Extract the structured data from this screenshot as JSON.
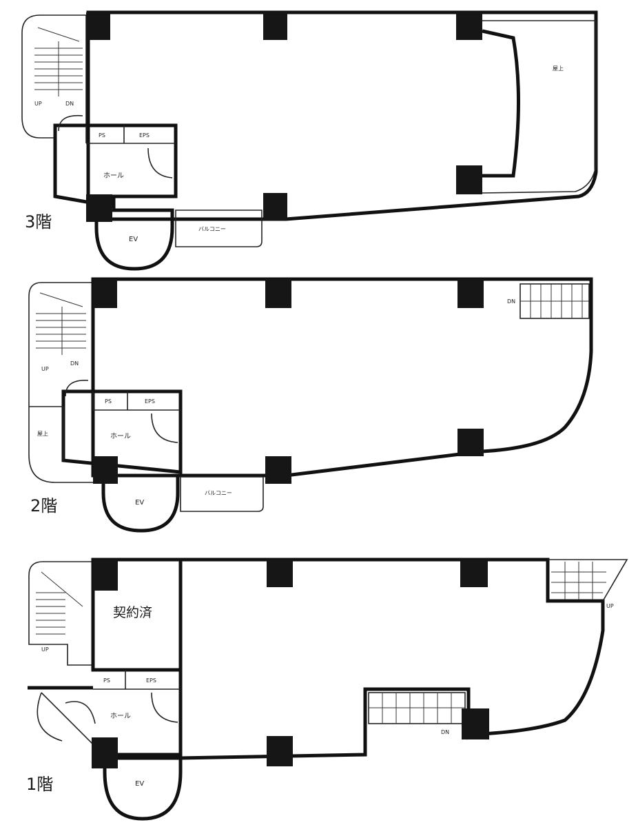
{
  "floors": [
    {
      "floor_label": "3階",
      "rooms": {
        "ps": "PS",
        "eps": "EPS",
        "hall": "ホール",
        "ev": "EV",
        "balcony": "バルコニー",
        "roof": "屋上",
        "stair_up": "UP",
        "stair_dn": "DN"
      }
    },
    {
      "floor_label": "2階",
      "rooms": {
        "ps": "PS",
        "eps": "EPS",
        "hall": "ホール",
        "ev": "EV",
        "balcony": "バルコニー",
        "roof": "屋上",
        "stair_up": "UP",
        "stair_dn": "DN",
        "stair_dn_right": "DN"
      }
    },
    {
      "floor_label": "1階",
      "rooms": {
        "ps": "PS",
        "eps": "EPS",
        "hall": "ホール",
        "ev": "EV",
        "contracted": "契約済",
        "stair_up_left": "UP",
        "stair_up_right": "UP",
        "stair_dn_inner": "DN"
      }
    }
  ]
}
